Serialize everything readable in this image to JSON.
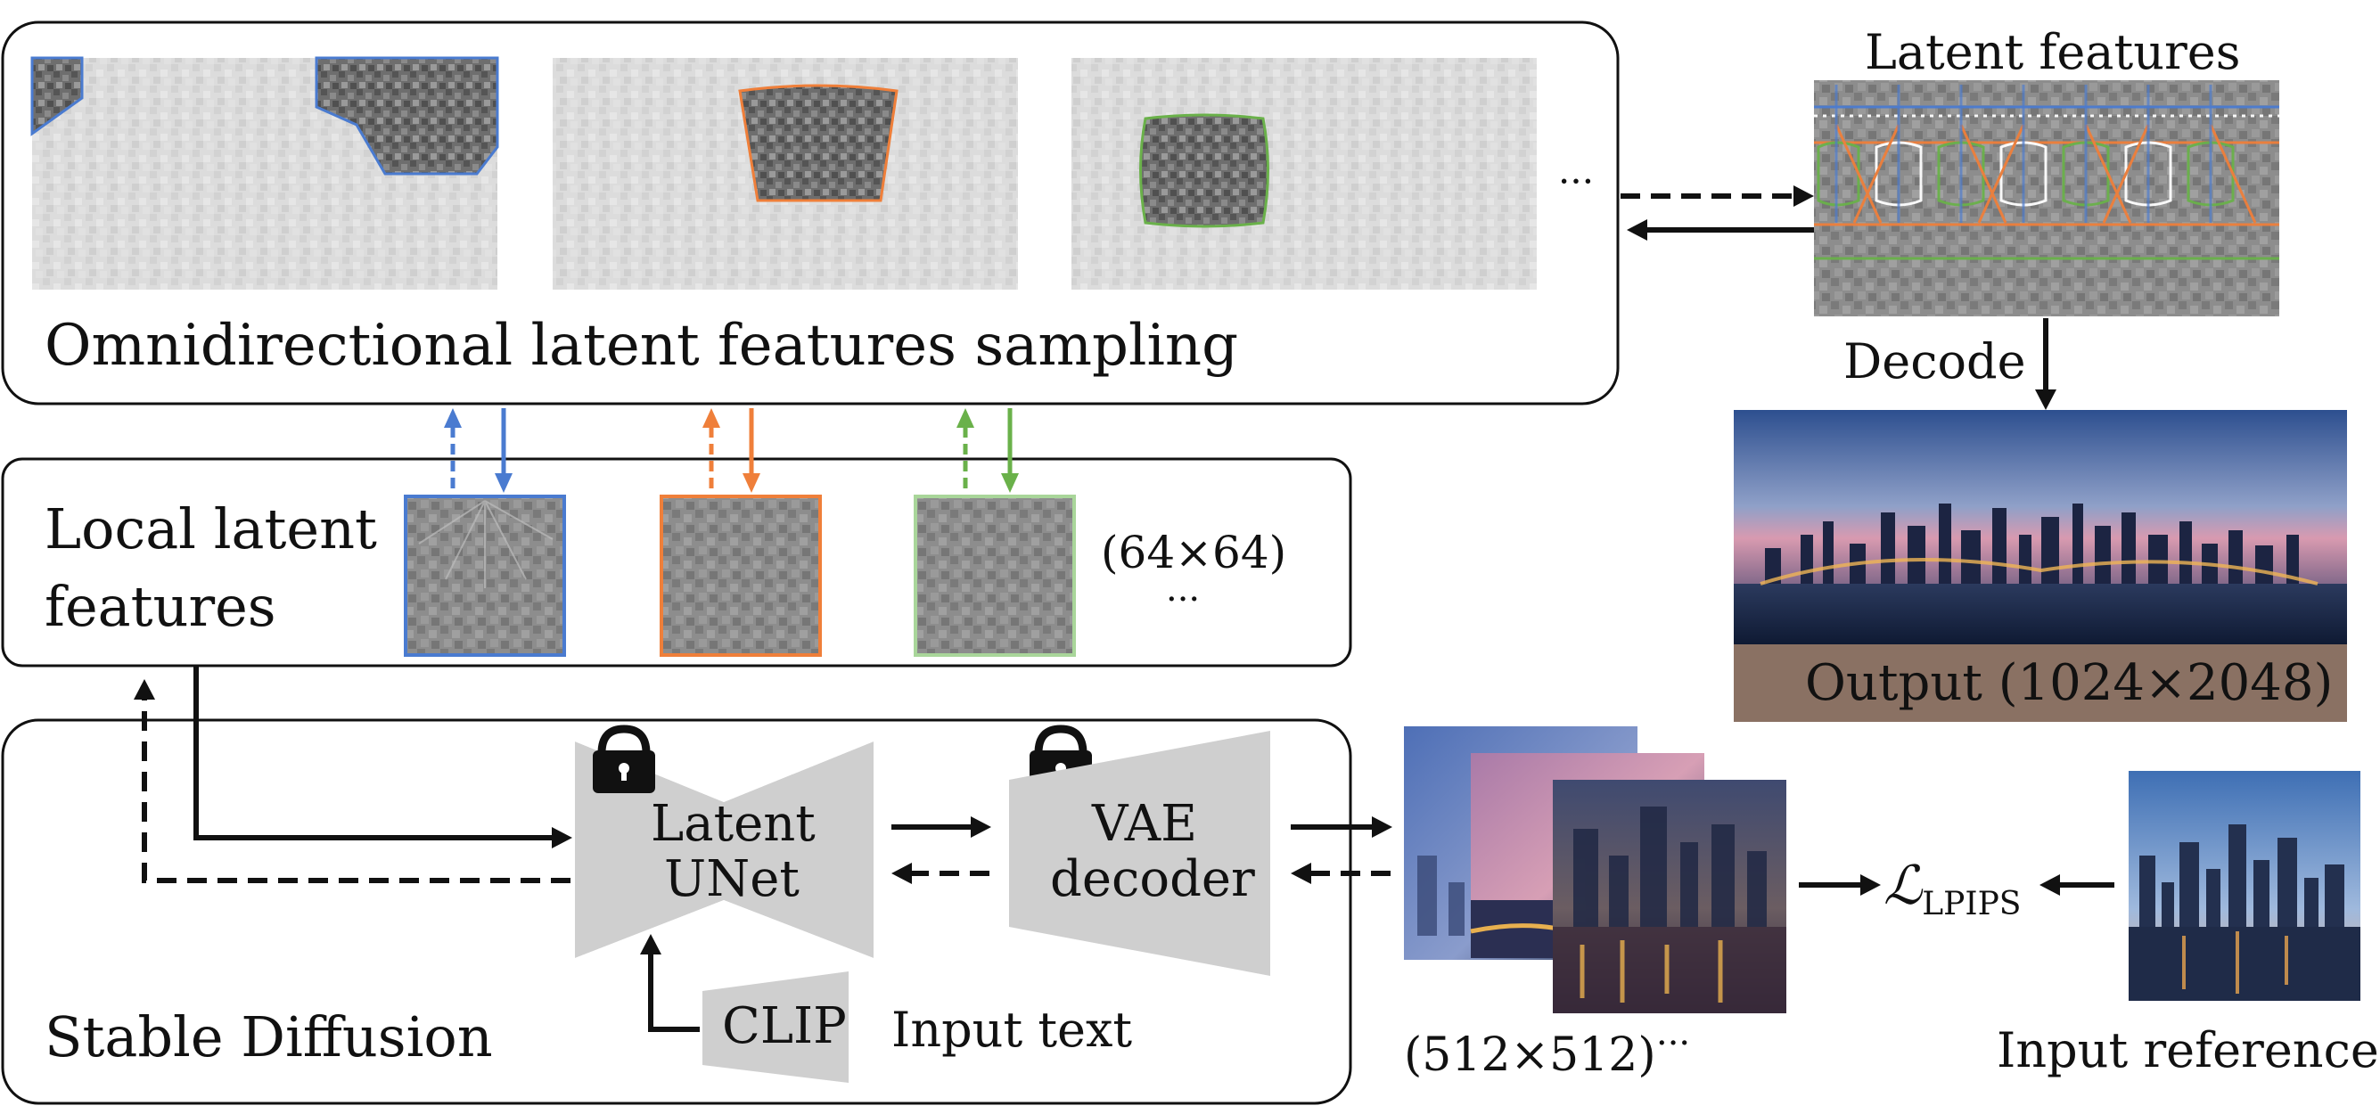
{
  "top_box": {
    "title": "Omnidirectional latent features sampling",
    "ellipsis": "···"
  },
  "latent_features": {
    "title": "Latent features",
    "decode_label": "Decode"
  },
  "output": {
    "label": "Output (1024×2048)"
  },
  "local_box": {
    "title_line1": "Local latent",
    "title_line2": "features",
    "size_label": "(64×64)",
    "ellipsis": "···"
  },
  "sd_box": {
    "title": "Stable Diffusion",
    "unet_line1": "Latent",
    "unet_line2": "UNet",
    "vae_line1": "VAE",
    "vae_line2": "decoder",
    "clip_label": "CLIP",
    "input_text_label": "Input text"
  },
  "renders": {
    "size_label": "(512×512)",
    "ellipsis": "···"
  },
  "loss": {
    "symbol": "ℒ",
    "subscript": "LPIPS"
  },
  "reference": {
    "label": "Input reference"
  },
  "colors": {
    "blue": "#4a7bd0",
    "orange": "#ef7f3a",
    "green": "#6ab14a"
  }
}
